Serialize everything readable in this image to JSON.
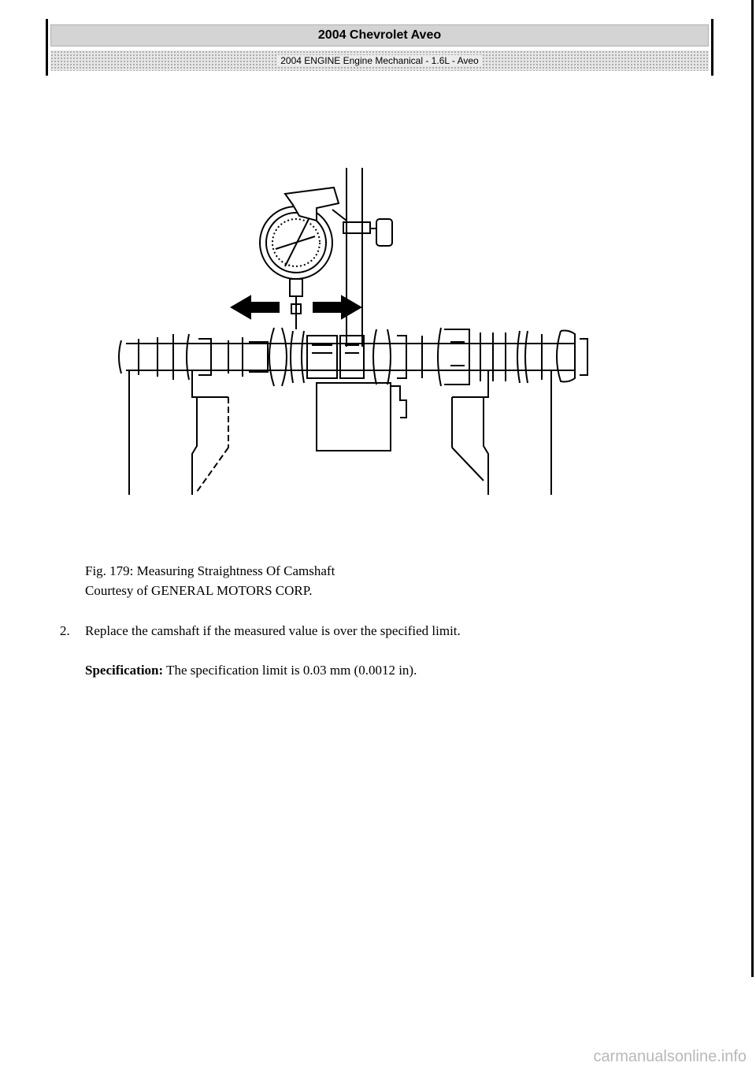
{
  "header": {
    "title": "2004 Chevrolet Aveo",
    "subtitle": "2004 ENGINE Engine Mechanical - 1.6L - Aveo"
  },
  "figure": {
    "caption_line1": "Fig. 179: Measuring Straightness Of Camshaft",
    "caption_line2": "Courtesy of GENERAL MOTORS CORP."
  },
  "step": {
    "number": "2.",
    "text": "Replace the camshaft if the measured value is over the specified limit."
  },
  "specification": {
    "label": "Specification:",
    "text": "The specification limit is 0.03 mm (0.0012 in)."
  },
  "watermark": "carmanualsonline.info"
}
